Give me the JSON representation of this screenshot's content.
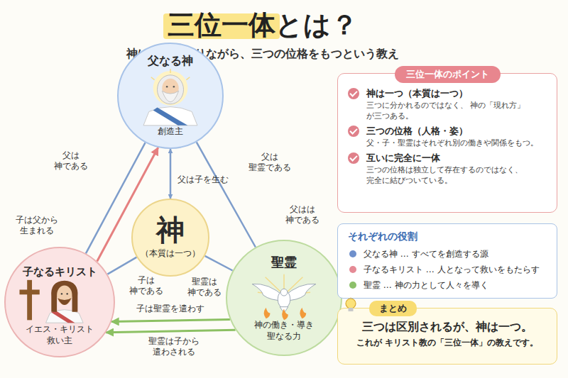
{
  "diagram": {
    "title": "三位一体とは？",
    "nodes": [
      {
        "text": [
          "父なる神",
          "創造主"
        ]
      },
      {
        "text": [
          "神",
          "（本質は一つ）"
        ]
      },
      {
        "text": [
          "子なるキリスト",
          "イエス・キリスト 救い主"
        ]
      },
      {
        "text": [
          "聖霊",
          "神の働き・導き 聖なる力"
        ]
      },
      {
        "text": [
          "三位一体のポイント",
          "神は一つ（本質は一つ）",
          "三つに分かれるのではなく、 神の「現れ方」が三つある。",
          "三つの位格（人格・姿）",
          "父・子・聖霊はそれぞれ別の働きや関係をもつ。",
          "互いに完全に一体",
          "三つの位格は独立して存在するのではなく、 完全に結びついている。"
        ]
      },
      {
        "text": [
          "それぞれの役割"
        ]
      },
      {
        "text": [
          "まとめ",
          "三つは区別されるが、神は一つ。",
          "これが キリスト教の「三位一体」の教えです。"
        ]
      }
    ],
    "edges": [
      {
        "from": 0,
        "to": 1,
        "arrow": "both",
        "label": "父は子を生む"
      },
      {
        "from": 0,
        "to": 2,
        "arrow": "none",
        "label": "父は 神である"
      },
      {
        "from": 2,
        "to": 0,
        "arrow": "to",
        "label": "子は父から 生まれる"
      },
      {
        "from": 0,
        "to": 3,
        "arrow": "none",
        "label": "父は 聖霊である"
      },
      {
        "from": 1,
        "to": 2,
        "arrow": "none",
        "label": "子は 神である"
      },
      {
        "from": 1,
        "to": 3,
        "arrow": "none",
        "label": "聖霊は 神である"
      },
      {
        "from": 3,
        "to": 2,
        "arrow": "to",
        "label": "子は聖霊を遣わす"
      },
      {
        "from": 3,
        "to": 2,
        "arrow": "to",
        "label": "聖霊は子から 遣わされる"
      }
    ],
    "labels": [
      "神は一つでありながら、三つの位格をもつという教え",
      "父はは 神である"
    ],
    "legend": [
      {
        "text": "父なる神 … すべてを創造する源",
        "color": "#6f90cc"
      },
      {
        "text": "子なるキリスト … 人となって救いをもたらす",
        "color": "#e58a95"
      },
      {
        "text": "聖霊 … 神の力として人々を導く",
        "color": "#8dc06a"
      }
    ]
  }
}
